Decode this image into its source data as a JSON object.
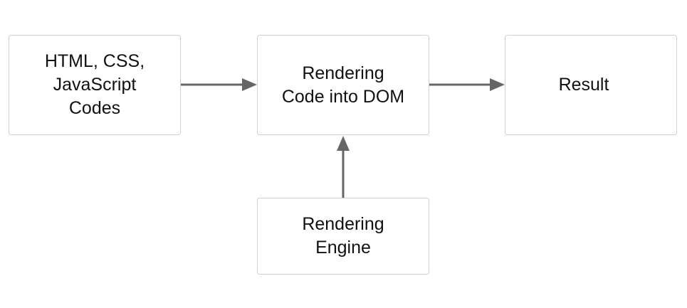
{
  "diagram": {
    "nodes": [
      {
        "id": "input",
        "label": "HTML, CSS,\nJavaScript\nCodes"
      },
      {
        "id": "render",
        "label": "Rendering\nCode into DOM"
      },
      {
        "id": "result",
        "label": "Result"
      },
      {
        "id": "engine",
        "label": "Rendering\nEngine"
      }
    ],
    "edges": [
      {
        "from": "input",
        "to": "render"
      },
      {
        "from": "render",
        "to": "result"
      },
      {
        "from": "engine",
        "to": "render"
      }
    ],
    "colors": {
      "arrow": "#666666",
      "box_border": "#d0d0d0",
      "text": "#111111",
      "background": "#ffffff"
    }
  }
}
